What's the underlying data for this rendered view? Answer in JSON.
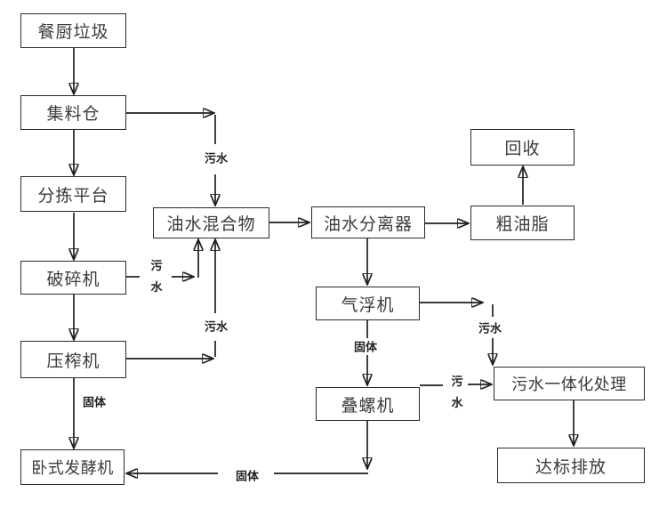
{
  "nodes": {
    "kitchen_waste": "餐厨垃圾",
    "collection_bin": "集料仓",
    "sorting_platform": "分拣平台",
    "crusher": "破碎机",
    "press": "压榨机",
    "horizontal_fermenter": "卧式发酵机",
    "oil_water_mixture": "油水混合物",
    "oil_water_separator": "油水分离器",
    "air_flotation": "气浮机",
    "screw_press": "叠螺机",
    "recycle": "回收",
    "crude_grease": "粗油脂",
    "integrated_sewage_treatment": "污水一体化处理",
    "compliant_discharge": "达标排放"
  },
  "edge_labels": {
    "sewage_1": "污水",
    "sewage_2_line1": "污",
    "sewage_2_line2": "水",
    "sewage_3": "污水",
    "solid_1": "固体",
    "solid_2": "固体",
    "sewage_4": "污水",
    "sewage_5_line1": "污",
    "sewage_5_line2": "水",
    "solid_3": "固体"
  },
  "colors": {
    "line": "#1f1f1f",
    "box_border": "#2b2b2b",
    "text": "#3b3b3b",
    "background": "#ffffff"
  }
}
